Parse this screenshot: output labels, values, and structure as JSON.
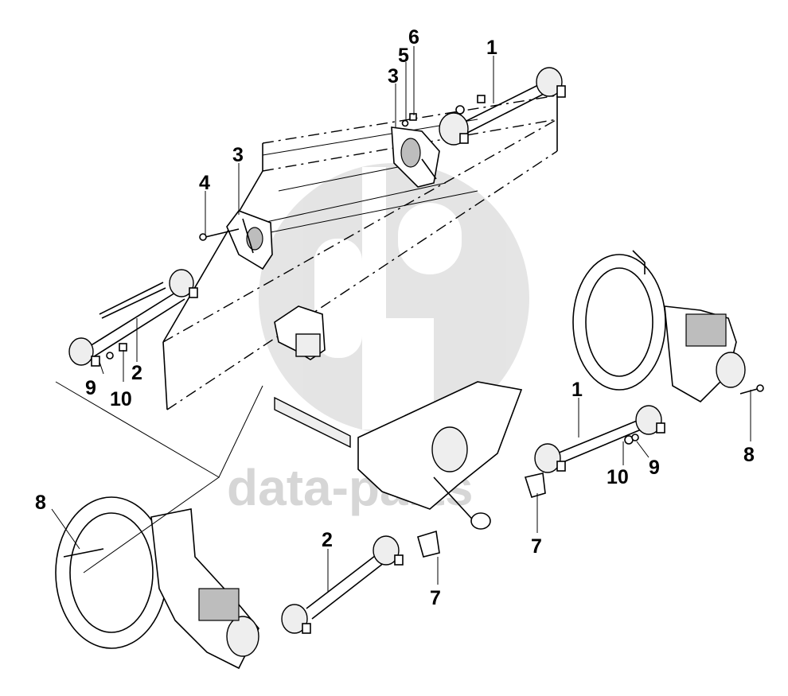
{
  "watermark": {
    "text": "data-parts",
    "color": "#d6d6d6"
  },
  "labels": [
    {
      "id": "l1a",
      "text": "1"
    },
    {
      "id": "l6",
      "text": "6"
    },
    {
      "id": "l5",
      "text": "5"
    },
    {
      "id": "l3a",
      "text": "3"
    },
    {
      "id": "l3b",
      "text": "3"
    },
    {
      "id": "l4",
      "text": "4"
    },
    {
      "id": "l2a",
      "text": "2"
    },
    {
      "id": "l9a",
      "text": "9"
    },
    {
      "id": "l10a",
      "text": "10"
    },
    {
      "id": "l1b",
      "text": "1"
    },
    {
      "id": "l8a",
      "text": "8"
    },
    {
      "id": "l10b",
      "text": "10"
    },
    {
      "id": "l9b",
      "text": "9"
    },
    {
      "id": "l8b",
      "text": "8"
    },
    {
      "id": "l2b",
      "text": "2"
    },
    {
      "id": "l7a",
      "text": "7"
    },
    {
      "id": "l7b",
      "text": "7"
    }
  ],
  "colors": {
    "line": "#000000",
    "background": "#ffffff"
  }
}
